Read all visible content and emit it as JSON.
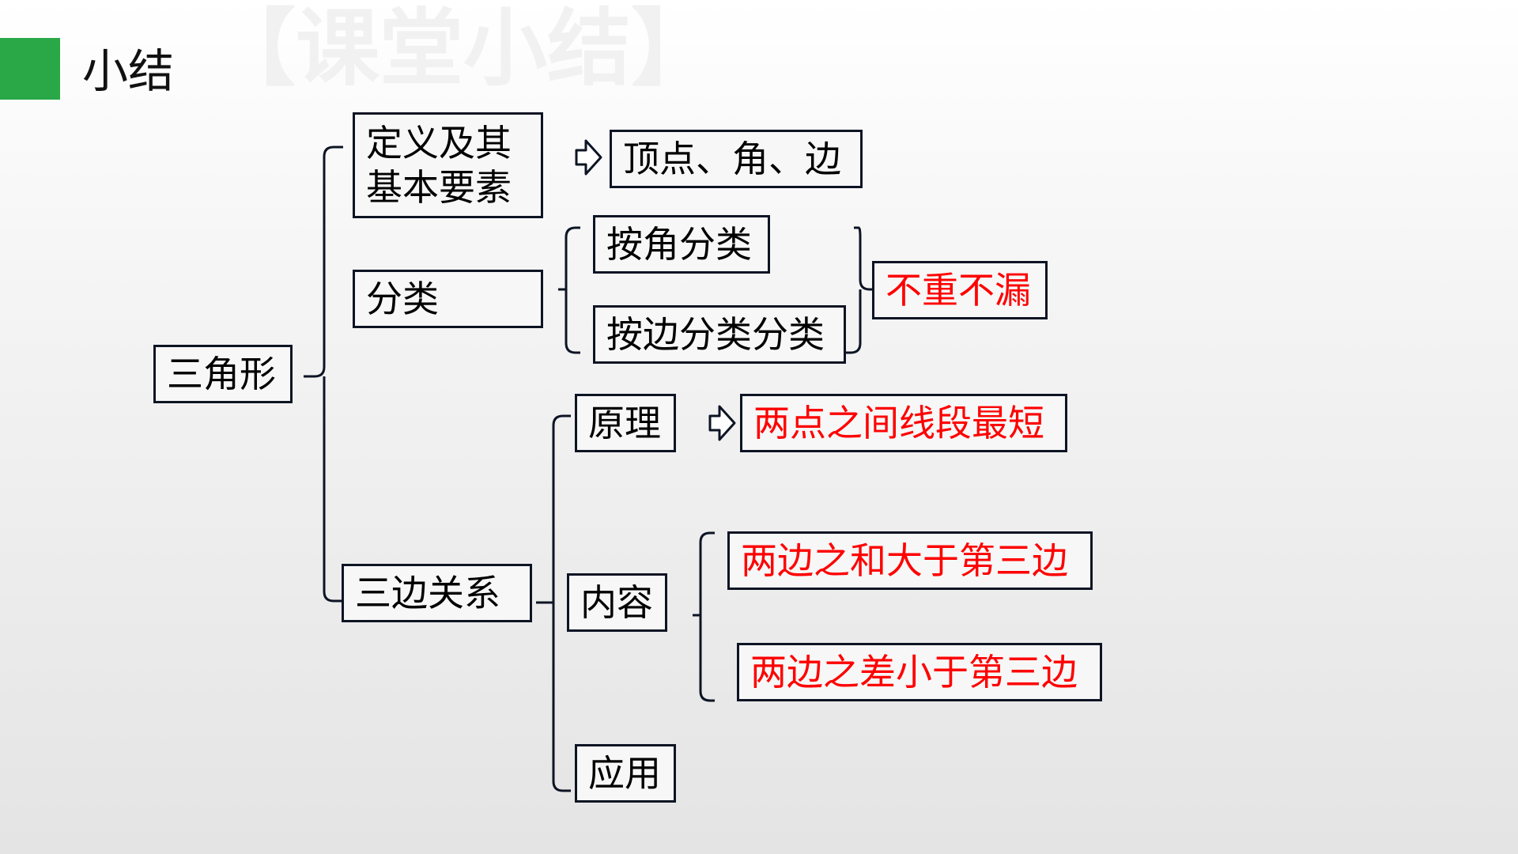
{
  "header": {
    "title": "小结",
    "ghost_title": "【课堂小结】"
  },
  "diagram": {
    "root": "三角形",
    "definition": {
      "line1": "定义及其",
      "line2": "基本要素",
      "result": "顶点、角、边"
    },
    "classification": {
      "label": "分类",
      "by_angle": "按角分类",
      "by_side": "按边分类分类",
      "result": "不重不漏"
    },
    "side_relation": {
      "label": "三边关系",
      "principle": {
        "label": "原理",
        "result": "两点之间线段最短"
      },
      "content": {
        "label": "内容",
        "sum_rule": "两边之和大于第三边",
        "diff_rule": "两边之差小于第三边"
      },
      "application": "应用"
    }
  },
  "colors": {
    "accent": "#2aa847",
    "highlight_text": "#ff0000",
    "border": "#0d1424"
  },
  "icons": [
    "arrow-right-icon"
  ]
}
